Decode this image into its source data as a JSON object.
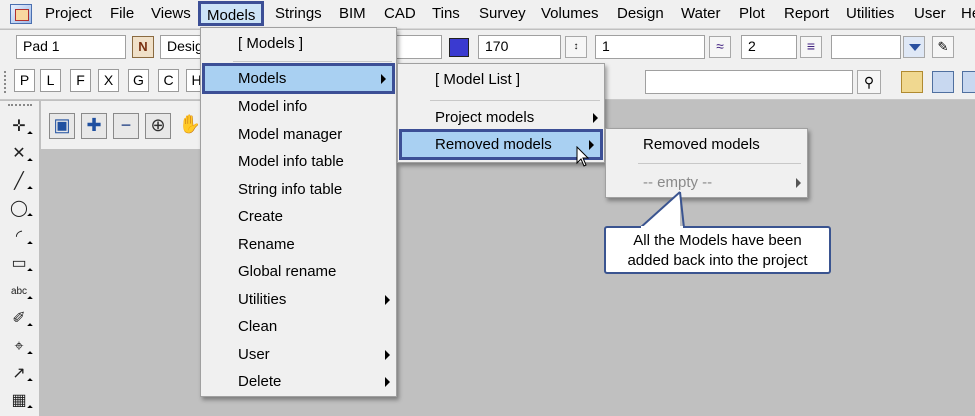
{
  "menubar": {
    "items": [
      "Project",
      "File",
      "Views",
      "Models",
      "Strings",
      "BIM",
      "CAD",
      "Tins",
      "Survey",
      "Volumes",
      "Design",
      "Water",
      "Plot",
      "Report",
      "Utilities",
      "User",
      "He"
    ]
  },
  "toolbar1": {
    "name_field": "Pad 1",
    "name_button": "N",
    "style_field": "Desig",
    "colour_field": "",
    "number1": "170",
    "number2": "1",
    "number3": "2",
    "text_field": ""
  },
  "toolbar2": {
    "letter_buttons": [
      "P",
      "L",
      "F",
      "X",
      "G",
      "C",
      "H"
    ],
    "search_field": ""
  },
  "menus": {
    "models": {
      "header": "[ Models ]",
      "items": [
        {
          "label": "Models",
          "submenu": true
        },
        {
          "label": "Model info",
          "submenu": false
        },
        {
          "label": "Model manager",
          "submenu": false
        },
        {
          "label": "Model info table",
          "submenu": false
        },
        {
          "label": "String info table",
          "submenu": false
        },
        {
          "label": "Create",
          "submenu": false
        },
        {
          "label": "Rename",
          "submenu": false
        },
        {
          "label": "Global rename",
          "submenu": false
        },
        {
          "label": "Utilities",
          "submenu": true
        },
        {
          "label": "Clean",
          "submenu": false
        },
        {
          "label": "User",
          "submenu": true
        },
        {
          "label": "Delete",
          "submenu": true
        }
      ]
    },
    "models_sub": {
      "header": "[ Model List ]",
      "items": [
        {
          "label": "Project models",
          "submenu": true
        },
        {
          "label": "Removed models",
          "submenu": true
        }
      ]
    },
    "removed_sub": {
      "header": "Removed models",
      "empty_label": "-- empty --"
    }
  },
  "callout": {
    "line1": "All the Models have been",
    "line2": "added back into the project"
  },
  "colors": {
    "highlight": "#a9d0f2",
    "highlight_border": "#3c4f96",
    "colour_swatch": "#3a3ad0"
  }
}
